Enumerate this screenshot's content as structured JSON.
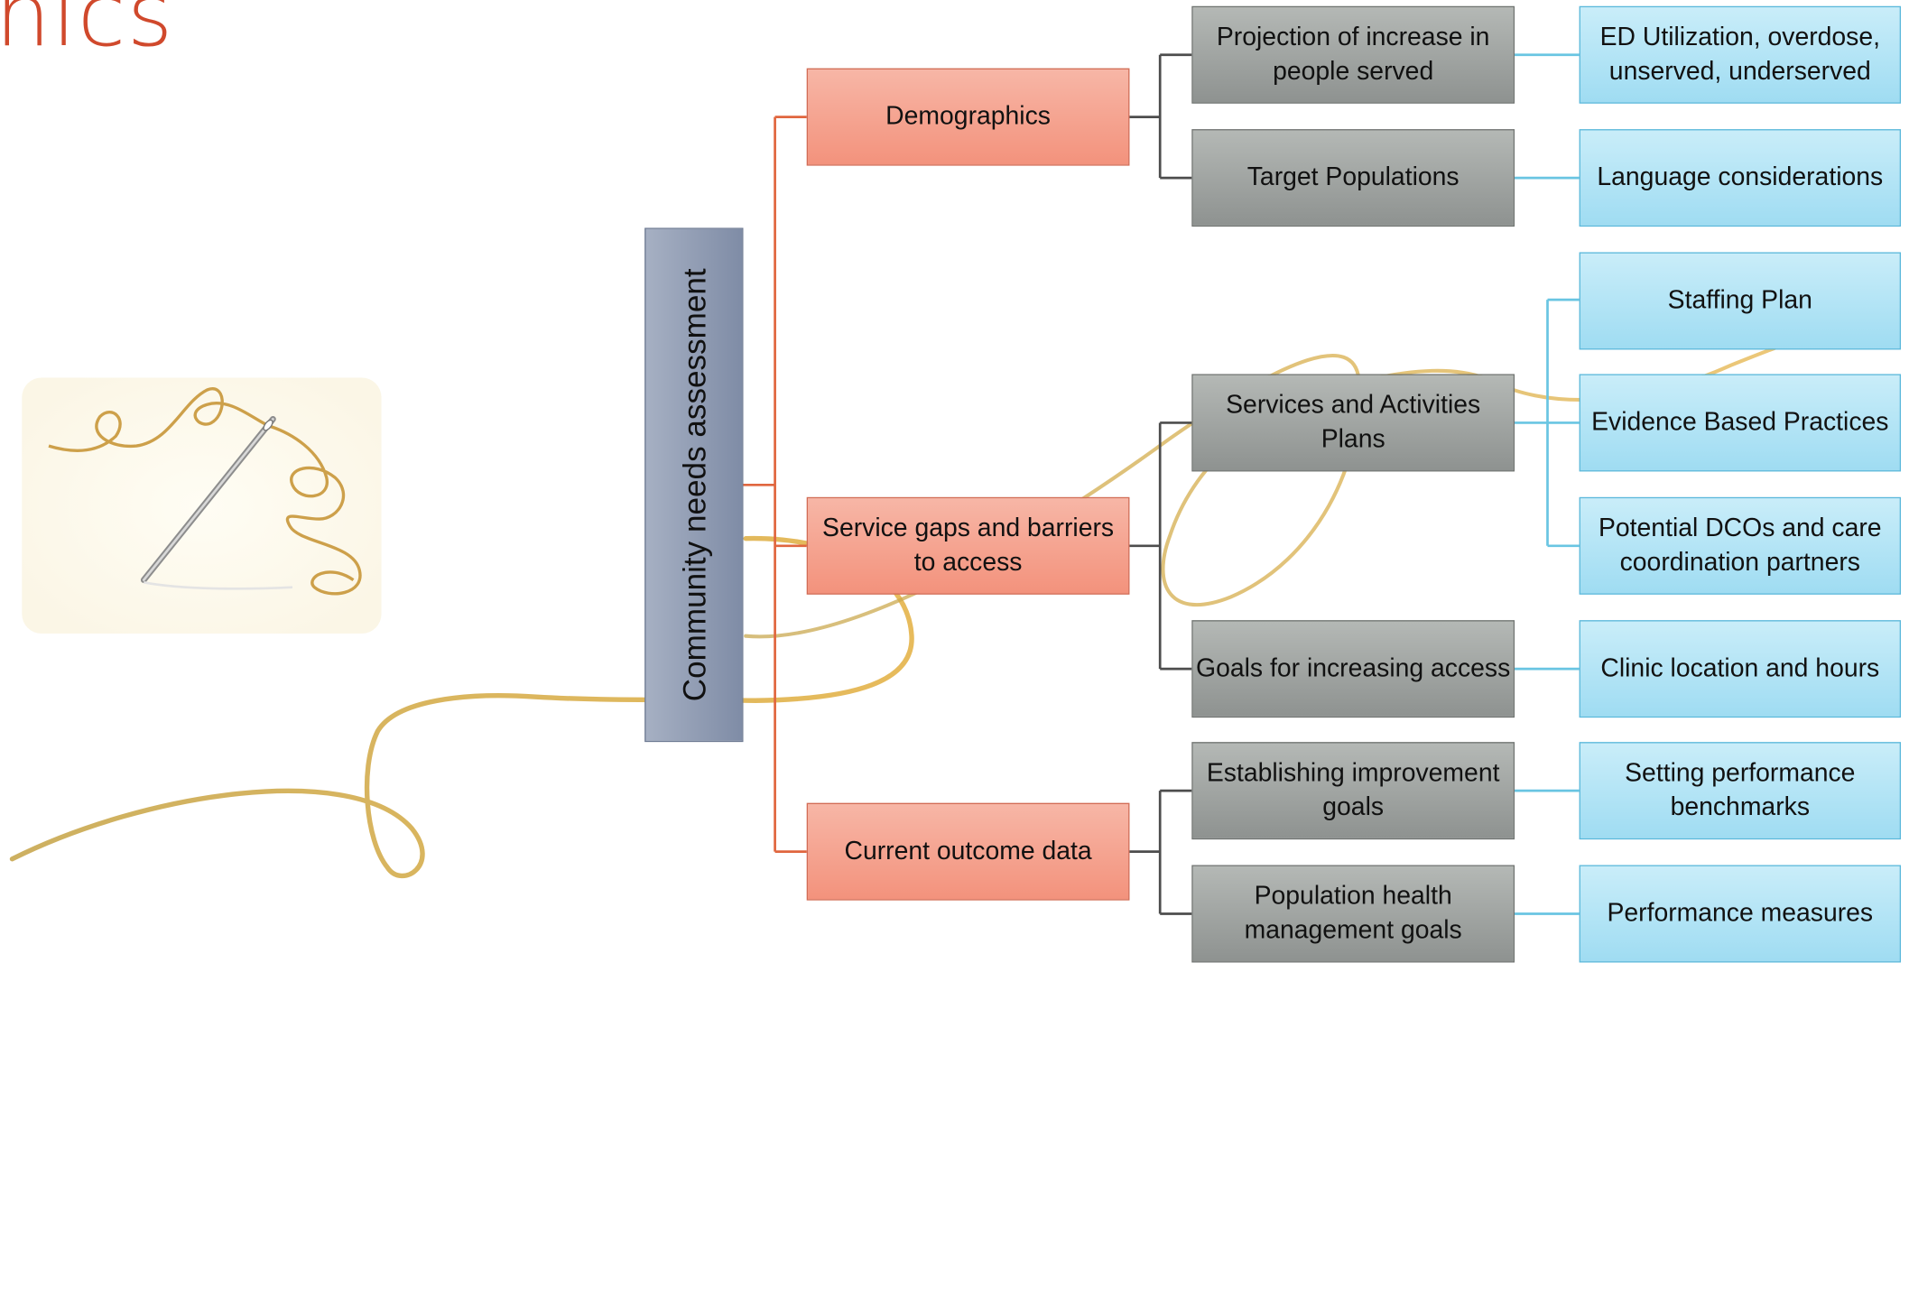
{
  "slide": {
    "title_fragment": "nics"
  },
  "diagram": {
    "root": "Community needs assessment",
    "categories": [
      {
        "label": "Demographics",
        "items": [
          {
            "label": "Projection of increase in people served",
            "details": [
              "ED Utilization, overdose, unserved, underserved"
            ]
          },
          {
            "label": "Target Populations",
            "details": [
              "Language considerations"
            ]
          }
        ]
      },
      {
        "label": "Service gaps and barriers to access",
        "items": [
          {
            "label": "Services and Activities Plans",
            "details": [
              "Staffing Plan",
              "Evidence Based Practices",
              "Potential DCOs and care coordination partners"
            ]
          },
          {
            "label": "Goals for increasing access",
            "details": [
              "Clinic location and hours"
            ]
          }
        ]
      },
      {
        "label": "Current outcome data",
        "items": [
          {
            "label": "Establishing improvement goals",
            "details": [
              "Setting performance benchmarks"
            ]
          },
          {
            "label": "Population health management goals",
            "details": [
              "Performance measures"
            ]
          }
        ]
      }
    ]
  },
  "colors": {
    "title": "#d0492c",
    "root_fill": "#8c98b0",
    "level1_fill": "#f4a08d",
    "level1_connector": "#e0663f",
    "level2_fill": "#9fa3a0",
    "level2_connector": "#4d4d4d",
    "level3_fill": "#b5e5f6",
    "level3_connector": "#69c5e2",
    "thread": "#d8a93a"
  },
  "icons": [
    "needle-and-thread-icon"
  ]
}
